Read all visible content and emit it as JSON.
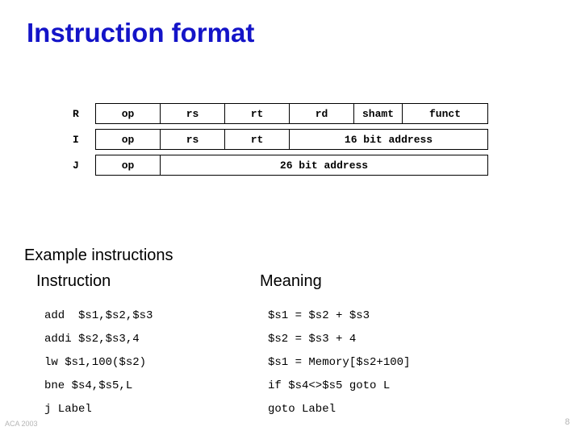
{
  "slide": {
    "title": "Instruction format",
    "title_color": "#1414c8"
  },
  "format_table": {
    "rows": [
      {
        "label": "R",
        "cells": [
          {
            "text": "op",
            "width": "w-80"
          },
          {
            "text": "rs",
            "width": "w-80"
          },
          {
            "text": "rt",
            "width": "w-80"
          },
          {
            "text": "rd",
            "width": "w-80"
          },
          {
            "text": "shamt",
            "width": "w-60"
          },
          {
            "text": "funct",
            "width": "w-rest"
          }
        ]
      },
      {
        "label": "I",
        "cells": [
          {
            "text": "op",
            "width": "w-80"
          },
          {
            "text": "rs",
            "width": "w-80"
          },
          {
            "text": "rt",
            "width": "w-80"
          },
          {
            "text": "16 bit address",
            "width": "w-rest"
          }
        ]
      },
      {
        "label": "J",
        "cells": [
          {
            "text": "op",
            "width": "w-80"
          },
          {
            "text": "26 bit address",
            "width": "w-rest"
          }
        ]
      }
    ]
  },
  "examples": {
    "heading": "Example instructions",
    "col_instruction": "Instruction",
    "col_meaning": "Meaning",
    "instructions": [
      "add  $s1,$s2,$s3",
      "addi $s2,$s3,4",
      "lw $s1,100($s2)",
      "bne $s4,$s5,L",
      "j Label"
    ],
    "meanings": [
      "$s1 = $s2 + $s3",
      "$s2 = $s3 + 4",
      "$s1 = Memory[$s2+100]",
      "if $s4<>$s5 goto L",
      "goto Label"
    ]
  },
  "footer": {
    "left_text": "ACA 2003",
    "page_number": "8"
  }
}
